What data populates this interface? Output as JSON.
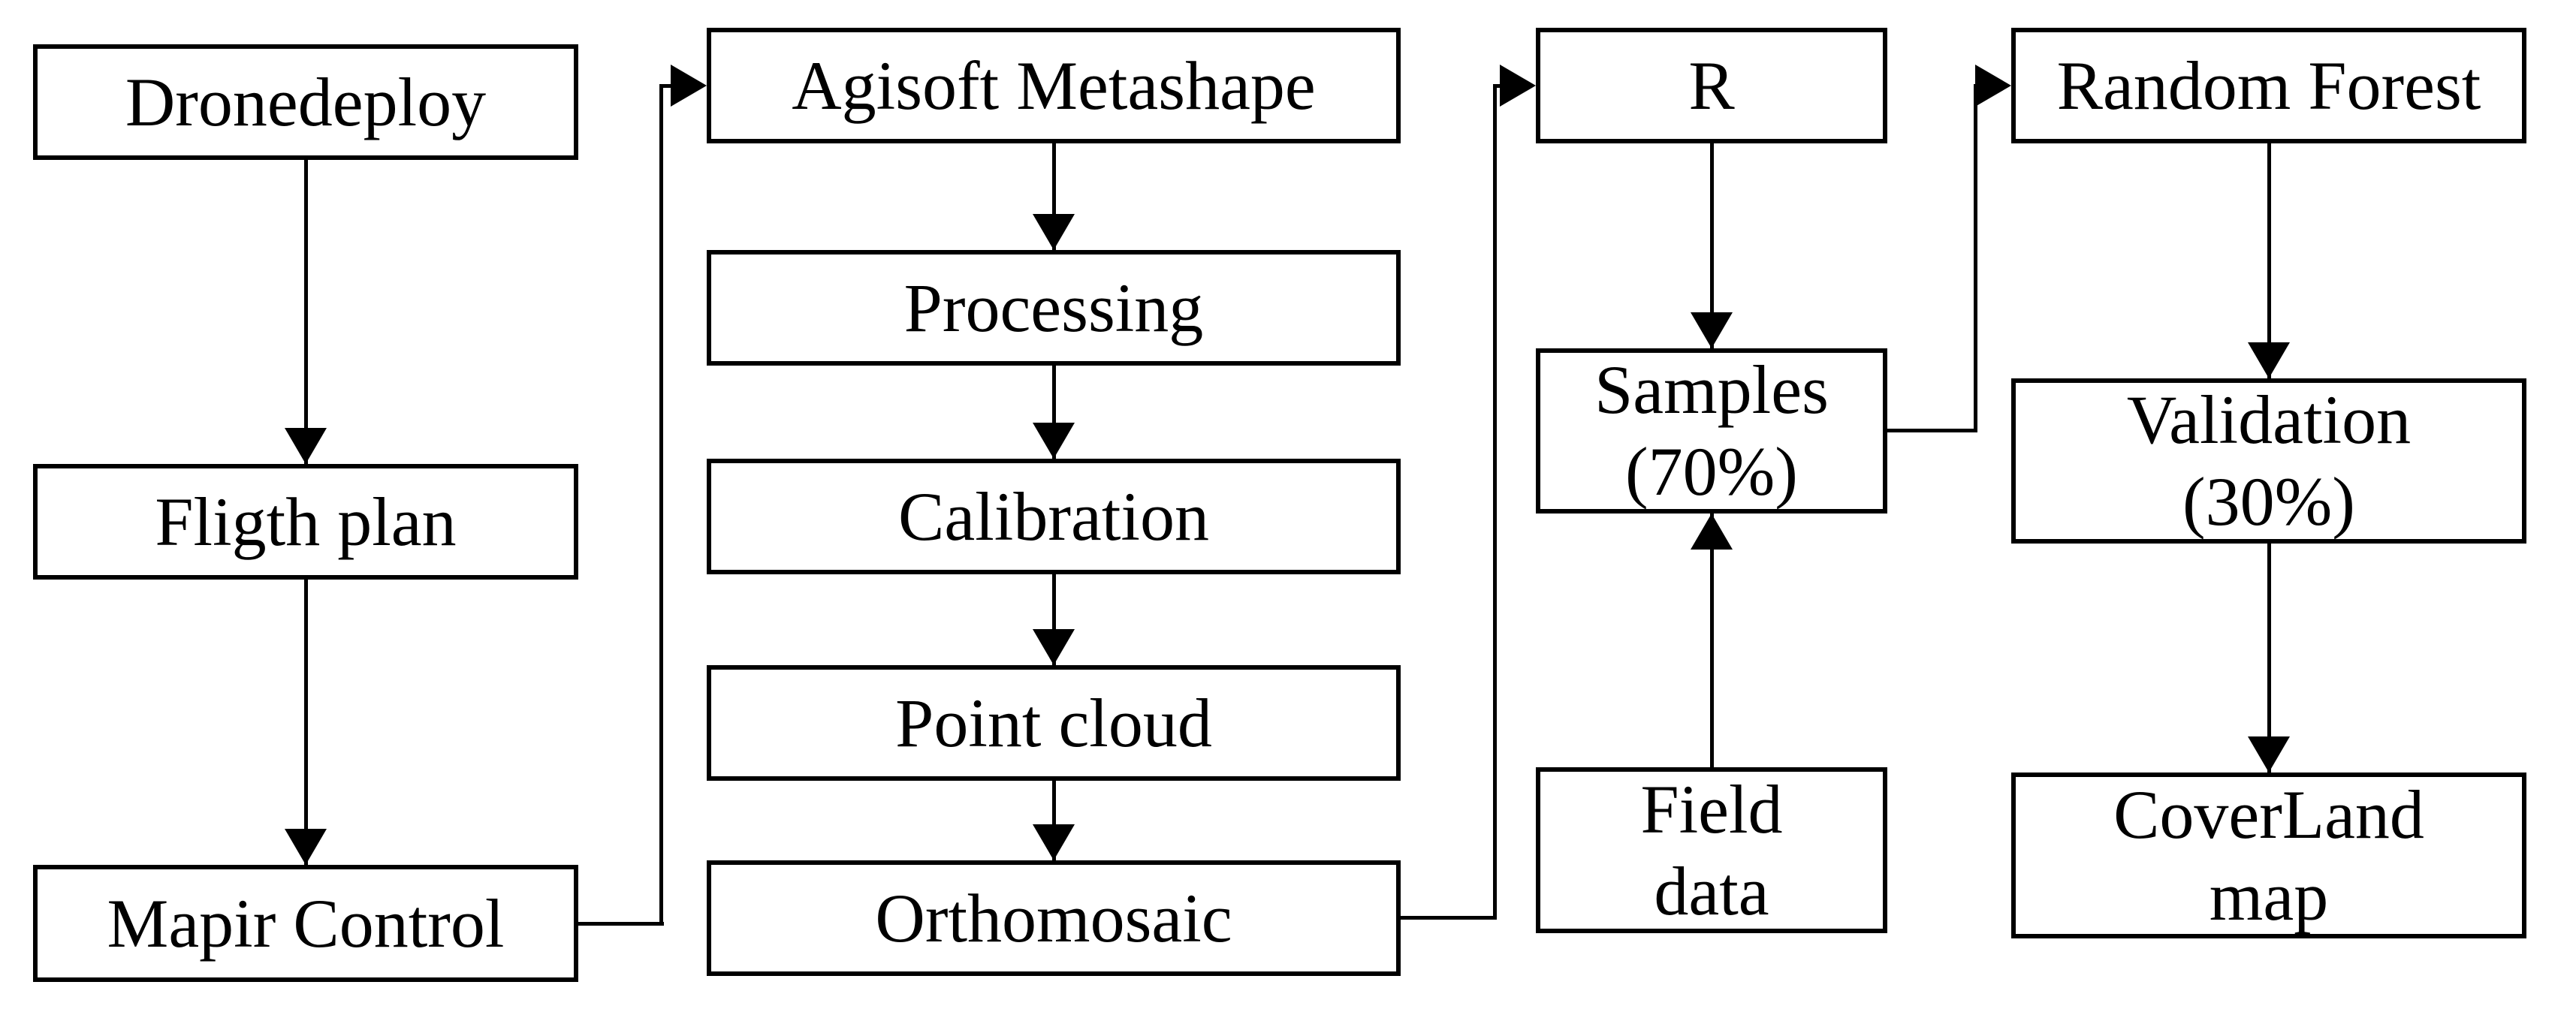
{
  "diagram": {
    "nodes": [
      {
        "id": "dronedeploy",
        "label": "Dronedeploy"
      },
      {
        "id": "flight-plan",
        "label": "Fligth plan"
      },
      {
        "id": "mapir-control",
        "label": "Mapir Control"
      },
      {
        "id": "agisoft-metashape",
        "label": "Agisoft Metashape"
      },
      {
        "id": "processing",
        "label": "Processing"
      },
      {
        "id": "calibration",
        "label": "Calibration"
      },
      {
        "id": "point-cloud",
        "label": "Point cloud"
      },
      {
        "id": "orthomosaic",
        "label": "Orthomosaic"
      },
      {
        "id": "r",
        "label": "R"
      },
      {
        "id": "samples-70",
        "label": "Samples\n(70%)"
      },
      {
        "id": "field-data",
        "label": "Field\ndata"
      },
      {
        "id": "random-forest",
        "label": "Random Forest"
      },
      {
        "id": "validation-30",
        "label": "Validation\n(30%)"
      },
      {
        "id": "coverland-map",
        "label": "CoverLand\nmap"
      }
    ],
    "edges": [
      {
        "from": "Dronedeploy",
        "to": "Fligth plan",
        "direction": "down"
      },
      {
        "from": "Fligth plan",
        "to": "Mapir Control",
        "direction": "down"
      },
      {
        "from": "Mapir Control",
        "to": "Agisoft Metashape",
        "direction": "right-up-right"
      },
      {
        "from": "Agisoft Metashape",
        "to": "Processing",
        "direction": "down"
      },
      {
        "from": "Processing",
        "to": "Calibration",
        "direction": "down"
      },
      {
        "from": "Calibration",
        "to": "Point cloud",
        "direction": "down"
      },
      {
        "from": "Point cloud",
        "to": "Orthomosaic",
        "direction": "down"
      },
      {
        "from": "Orthomosaic",
        "to": "R",
        "direction": "right-up-right"
      },
      {
        "from": "R",
        "to": "Samples (70%)",
        "direction": "down"
      },
      {
        "from": "Field data",
        "to": "Samples (70%)",
        "direction": "up"
      },
      {
        "from": "Samples (70%)",
        "to": "Random Forest",
        "direction": "right-up-right"
      },
      {
        "from": "Random Forest",
        "to": "Validation (30%)",
        "direction": "down"
      },
      {
        "from": "Validation (30%)",
        "to": "CoverLand map",
        "direction": "down"
      }
    ]
  },
  "colors": {
    "line": "#000000",
    "text": "#000000",
    "box_fill": "#ffffff",
    "background": "#ffffff"
  }
}
